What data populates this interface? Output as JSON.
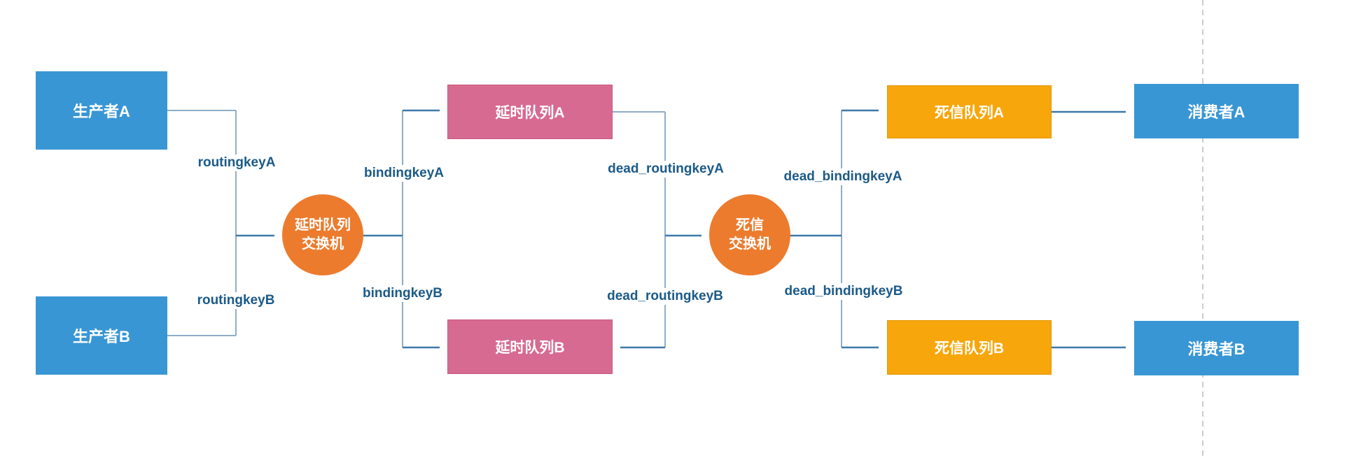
{
  "diagram": {
    "title": "RabbitMQ delay-queue / dead-letter-exchange topology",
    "colors": {
      "producer_consumer_box": "#3996D4",
      "delay_queue_box": "#D76A90",
      "dead_queue_box": "#F7A60B",
      "exchange_circle": "#EC7B2D",
      "connector_light": "#8EAEC9",
      "connector_dark": "#3D79A9",
      "edge_label_text": "#1B5A88",
      "dashed_guide": "#BBBBBB",
      "node_text": "#FFFFFF",
      "background": "#FFFFFF"
    },
    "nodes": [
      {
        "id": "producer-a",
        "label": "生产者A"
      },
      {
        "id": "producer-b",
        "label": "生产者B"
      },
      {
        "id": "delay-exchange",
        "label": "延时队列交换机",
        "line1": "延时队列",
        "line2": "交换机"
      },
      {
        "id": "delay-queue-a",
        "label": "延时队列A"
      },
      {
        "id": "delay-queue-b",
        "label": "延时队列B"
      },
      {
        "id": "dead-exchange",
        "label": "死信交换机",
        "line1": "死信",
        "line2": "交换机"
      },
      {
        "id": "dead-queue-a",
        "label": "死信队列A"
      },
      {
        "id": "dead-queue-b",
        "label": "死信队列B"
      },
      {
        "id": "consumer-a",
        "label": "消费者A"
      },
      {
        "id": "consumer-b",
        "label": "消费者B"
      }
    ],
    "edge_labels": [
      {
        "text": "routingkeyA"
      },
      {
        "text": "routingkeyB"
      },
      {
        "text": "bindingkeyA"
      },
      {
        "text": "bindingkeyB"
      },
      {
        "text": "dead_routingkeyA"
      },
      {
        "text": "dead_routingkeyB"
      },
      {
        "text": "dead_bindingkeyA"
      },
      {
        "text": "dead_bindingkeyB"
      }
    ],
    "connections": [
      {
        "from": "producer-a",
        "to": "delay-exchange",
        "label": "routingkeyA"
      },
      {
        "from": "producer-b",
        "to": "delay-exchange",
        "label": "routingkeyB"
      },
      {
        "from": "delay-exchange",
        "to": "delay-queue-a",
        "label": "bindingkeyA"
      },
      {
        "from": "delay-exchange",
        "to": "delay-queue-b",
        "label": "bindingkeyB"
      },
      {
        "from": "delay-queue-a",
        "to": "dead-exchange",
        "label": "dead_routingkeyA"
      },
      {
        "from": "delay-queue-a",
        "to": "delay-queue-b",
        "label": "dead_routingkeyB"
      },
      {
        "from": "dead-exchange",
        "to": "dead-queue-a",
        "label": "dead_bindingkeyA"
      },
      {
        "from": "dead-exchange",
        "to": "dead-queue-b",
        "label": "dead_bindingkeyB"
      },
      {
        "from": "dead-queue-a",
        "to": "consumer-a"
      },
      {
        "from": "dead-queue-b",
        "to": "consumer-b"
      }
    ]
  }
}
